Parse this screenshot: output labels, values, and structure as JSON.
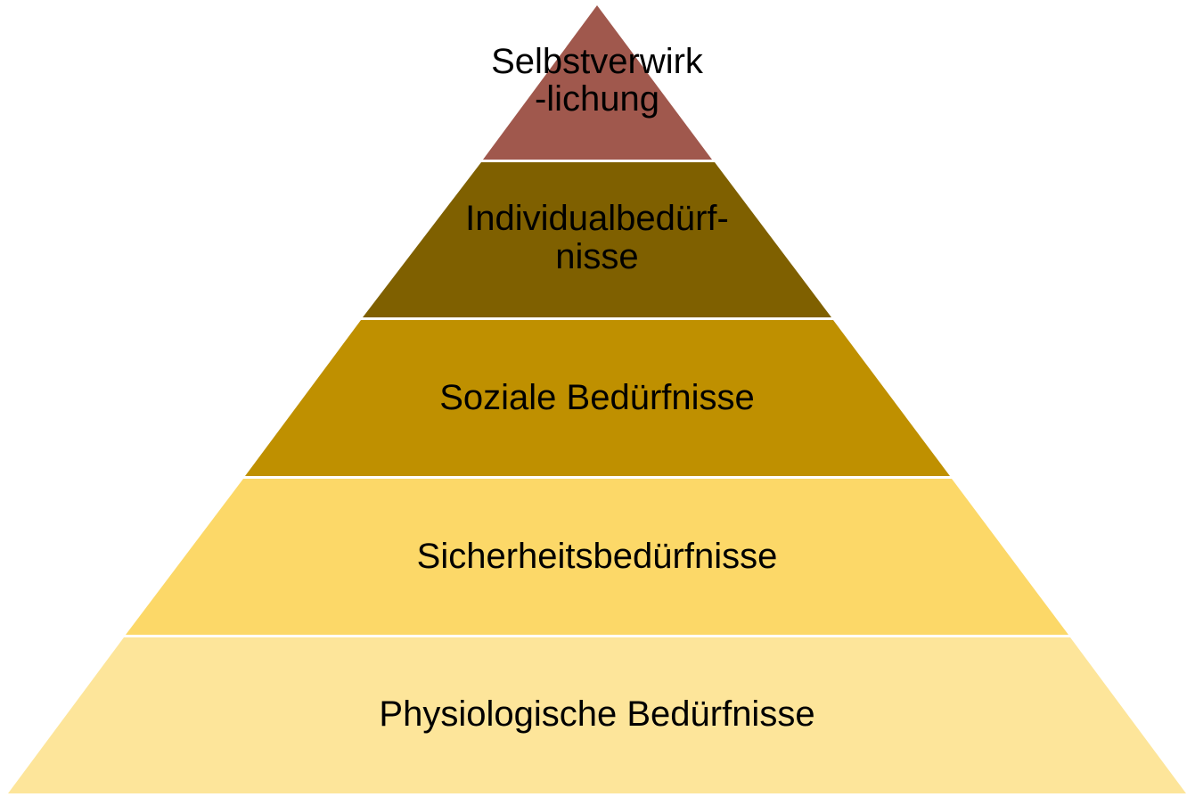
{
  "pyramid": {
    "levels": [
      {
        "lines": [
          "Selbstverwirk",
          "-lichung"
        ],
        "color": "#A0584D"
      },
      {
        "lines": [
          "Individualbedürf-",
          "nisse"
        ],
        "color": "#7F6000"
      },
      {
        "lines": [
          "Soziale Bedürfnisse"
        ],
        "color": "#BF9000"
      },
      {
        "lines": [
          "Sicherheitsbedürfnisse"
        ],
        "color": "#FCD868"
      },
      {
        "lines": [
          "Physiologische Bedürfnisse"
        ],
        "color": "#FDE59A"
      }
    ]
  }
}
